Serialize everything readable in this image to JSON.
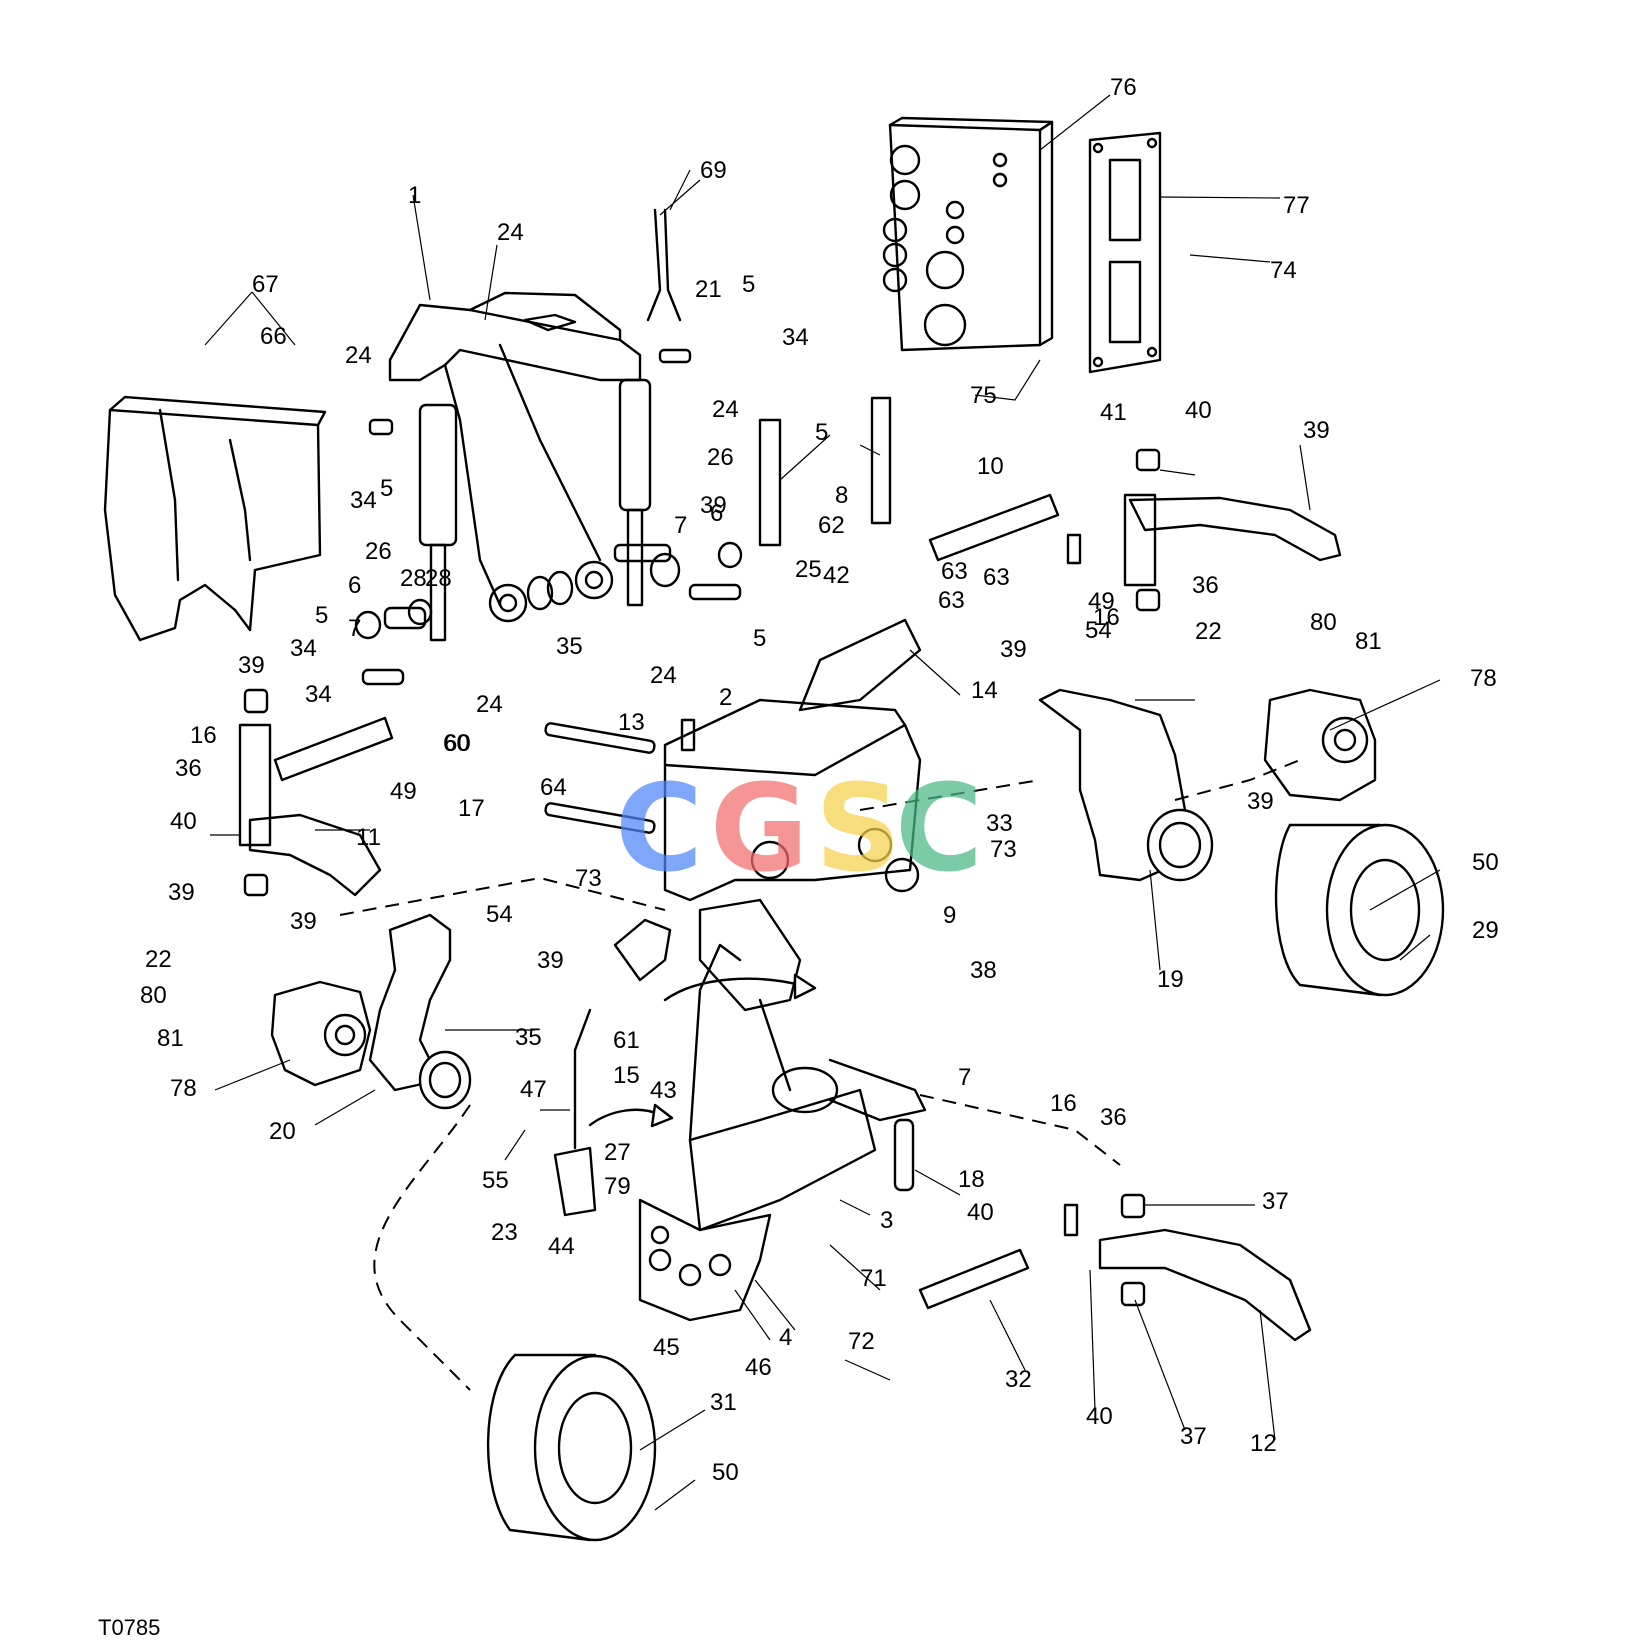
{
  "drawing": {
    "id": "T0785"
  },
  "watermark": {
    "letters": [
      "C",
      "G",
      "S",
      "C"
    ],
    "colors": [
      "#4f86f7",
      "#f26d6d",
      "#f5d14a",
      "#49b884"
    ]
  },
  "callouts": [
    "76",
    "77",
    "74",
    "75",
    "69",
    "21",
    "5",
    "34",
    "24",
    "1",
    "24",
    "67",
    "66",
    "24",
    "34",
    "5",
    "26",
    "26",
    "5",
    "8",
    "62",
    "25",
    "42",
    "41",
    "40",
    "39",
    "10",
    "63",
    "63",
    "63",
    "49",
    "16",
    "36",
    "39",
    "7",
    "6",
    "28",
    "28",
    "6",
    "7",
    "5",
    "34",
    "35",
    "24",
    "24",
    "34",
    "5",
    "39",
    "16",
    "36",
    "60",
    "60",
    "49",
    "40",
    "11",
    "39",
    "13",
    "2",
    "14",
    "54",
    "22",
    "80",
    "81",
    "78",
    "39",
    "39",
    "64",
    "17",
    "33",
    "73",
    "73",
    "9",
    "38",
    "19",
    "50",
    "29",
    "39",
    "54",
    "22",
    "80",
    "81",
    "78",
    "39",
    "35",
    "20",
    "61",
    "15",
    "43",
    "47",
    "55",
    "27",
    "79",
    "23",
    "44",
    "7",
    "16",
    "36",
    "37",
    "18",
    "3",
    "40",
    "71",
    "72",
    "45",
    "46",
    "4",
    "32",
    "40",
    "37",
    "12",
    "31",
    "50"
  ]
}
